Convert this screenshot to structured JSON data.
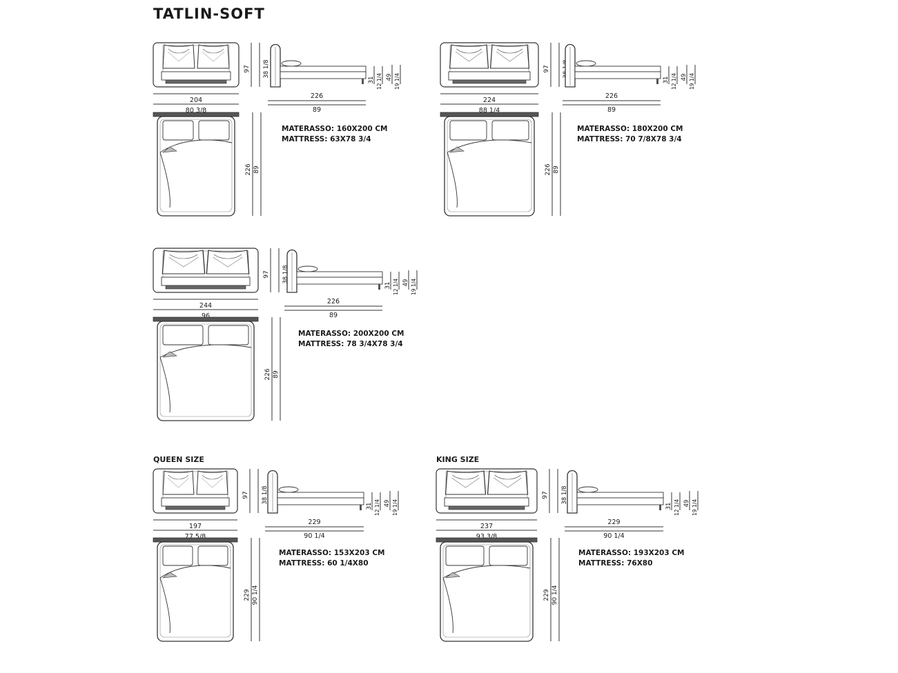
{
  "title": "TATLIN-SOFT",
  "variants": [
    {
      "id": "160",
      "label": "",
      "front": {
        "height_cm": "97",
        "height_in": "38 1/8",
        "width_cm": "204",
        "width_in": "80 3/8"
      },
      "side": {
        "length_cm": "226",
        "length_in": "89",
        "h1_cm": "31",
        "h1_in": "12 1/4",
        "h2_cm": "49",
        "h2_in": "19 1/4"
      },
      "top": {
        "length_cm": "226",
        "length_in": "89"
      },
      "mattress": {
        "materasso": "MATERASSO: 160X200 CM",
        "mattress": "MATTRESS: 63X78 3/4"
      }
    },
    {
      "id": "180",
      "label": "",
      "front": {
        "height_cm": "97",
        "height_in": "38 1/8",
        "width_cm": "224",
        "width_in": "88 1/4"
      },
      "side": {
        "length_cm": "226",
        "length_in": "89",
        "h1_cm": "31",
        "h1_in": "12 1/4",
        "h2_cm": "49",
        "h2_in": "19 1/4"
      },
      "top": {
        "length_cm": "226",
        "length_in": "89"
      },
      "mattress": {
        "materasso": "MATERASSO: 180X200 CM",
        "mattress": "MATTRESS: 70 7/8X78 3/4"
      }
    },
    {
      "id": "200",
      "label": "",
      "front": {
        "height_cm": "97",
        "height_in": "38 1/8",
        "width_cm": "244",
        "width_in": "96"
      },
      "side": {
        "length_cm": "226",
        "length_in": "89",
        "h1_cm": "31",
        "h1_in": "12 1/4",
        "h2_cm": "49",
        "h2_in": "19 1/4"
      },
      "top": {
        "length_cm": "226",
        "length_in": "89"
      },
      "mattress": {
        "materasso": "MATERASSO: 200X200 CM",
        "mattress": "MATTRESS: 78 3/4X78 3/4"
      }
    },
    {
      "id": "queen",
      "label": "QUEEN SIZE",
      "front": {
        "height_cm": "97",
        "height_in": "38 1/8",
        "width_cm": "197",
        "width_in": "77 5/8"
      },
      "side": {
        "length_cm": "229",
        "length_in": "90 1/4",
        "h1_cm": "31",
        "h1_in": "12 1/4",
        "h2_cm": "49",
        "h2_in": "19 1/4"
      },
      "top": {
        "length_cm": "229",
        "length_in": "90 1/4"
      },
      "mattress": {
        "materasso": "MATERASSO: 153X203 CM",
        "mattress": "MATTRESS: 60 1/4X80"
      }
    },
    {
      "id": "king",
      "label": "KING SIZE",
      "front": {
        "height_cm": "97",
        "height_in": "38 1/8",
        "width_cm": "237",
        "width_in": "93 3/8"
      },
      "side": {
        "length_cm": "229",
        "length_in": "90 1/4",
        "h1_cm": "31",
        "h1_in": "12 1/4",
        "h2_cm": "49",
        "h2_in": "19 1/4"
      },
      "top": {
        "length_cm": "229",
        "length_in": "90 1/4"
      },
      "mattress": {
        "materasso": "MATERASSO: 193X203 CM",
        "mattress": "MATTRESS: 76X80"
      }
    }
  ],
  "colors": {
    "line": "#333333",
    "text": "#1a1a1a"
  }
}
